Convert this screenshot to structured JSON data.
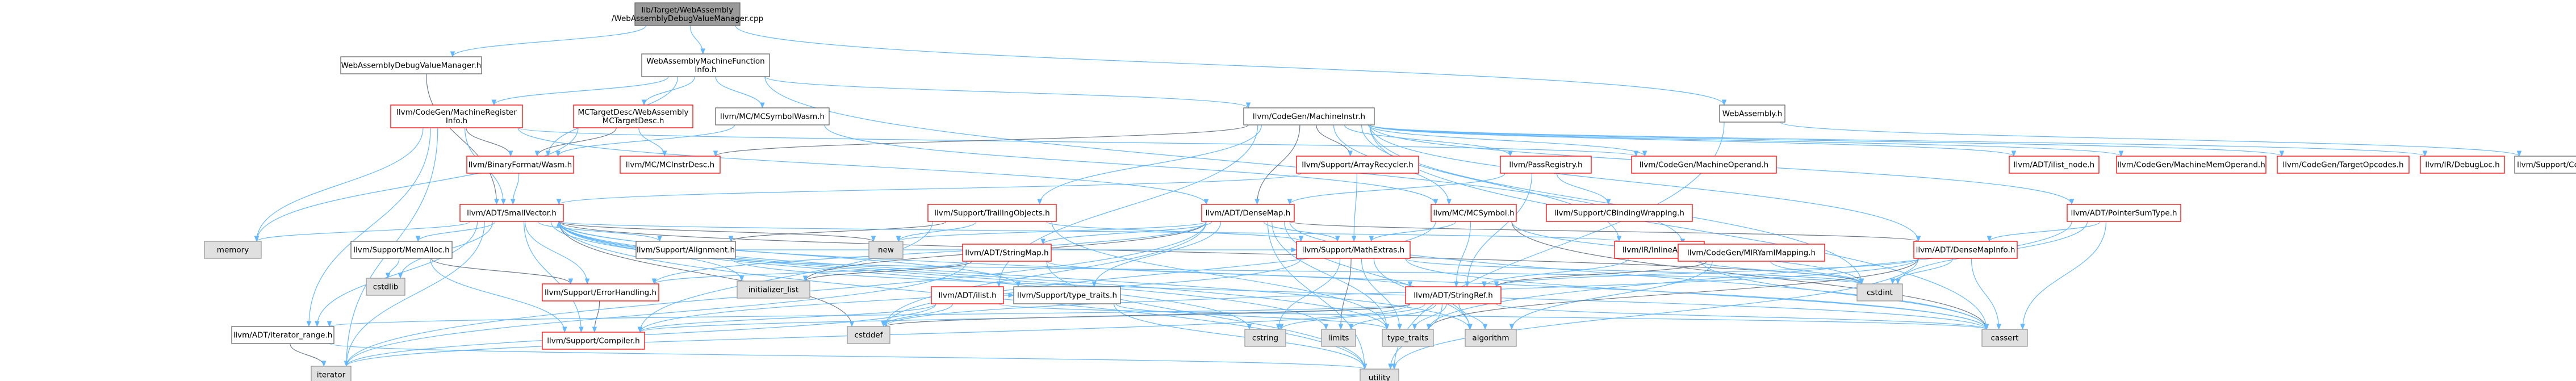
{
  "colors": {
    "root_fill": "#999999",
    "default_border": "#666666",
    "default_fill": "#ffffff",
    "missing_border": "#ff0000",
    "external_fill": "#e0e0e0",
    "external_border": "#999999",
    "edge": "#63b8ff",
    "edge_alt": "#6d7b8d"
  },
  "nodes": {
    "root": [
      "lib/Target/WebAssembly",
      "/WebAssemblyDebugValueManager.cpp"
    ],
    "dvm": [
      "WebAssemblyDebugValueManager.h"
    ],
    "mfi": [
      "WebAssemblyMachineFunction",
      "Info.h"
    ],
    "wasm": [
      "WebAssembly.h"
    ],
    "mri": [
      "llvm/CodeGen/MachineRegister",
      "Info.h"
    ],
    "mctd": [
      "MCTargetDesc/WebAssembly",
      "MCTargetDesc.h"
    ],
    "mcsw": [
      "llvm/MC/MCSymbolWasm.h"
    ],
    "mi": [
      "llvm/CodeGen/MachineInstr.h"
    ],
    "bfw": [
      "llvm/BinaryFormat/Wasm.h"
    ],
    "mcid": [
      "llvm/MC/MCInstrDesc.h"
    ],
    "sv": [
      "llvm/ADT/SmallVector.h"
    ],
    "arc": [
      "llvm/Support/ArrayRecycler.h"
    ],
    "preg": [
      "llvm/PassRegistry.h"
    ],
    "mop": [
      "llvm/CodeGen/MachineOperand.h"
    ],
    "inode": [
      "llvm/ADT/ilist_node.h"
    ],
    "mmo": [
      "llvm/CodeGen/MachineMemOperand.h"
    ],
    "tops": [
      "llvm/CodeGen/TargetOpcodes.h"
    ],
    "dloc": [
      "llvm/IR/DebugLoc.h"
    ],
    "cgen": [
      "llvm/Support/CodeGen.h"
    ],
    "memory": [
      "memory"
    ],
    "trail": [
      "llvm/Support/TrailingObjects.h"
    ],
    "dmap": [
      "llvm/ADT/DenseMap.h"
    ],
    "mcsym": [
      "llvm/MC/MCSymbol.h"
    ],
    "cbw": [
      "llvm/Support/CBindingWrapping.h"
    ],
    "pst": [
      "llvm/ADT/PointerSumType.h"
    ],
    "malloc": [
      "llvm/Support/MemAlloc.h"
    ],
    "align": [
      "llvm/Support/Alignment.h"
    ],
    "new": [
      "new"
    ],
    "smap": [
      "llvm/ADT/StringMap.h"
    ],
    "mext": [
      "llvm/Support/MathExtras.h"
    ],
    "iasm": [
      "llvm/IR/InlineAsm.h"
    ],
    "mirym": [
      "llvm/CodeGen/MIRYamlMapping.h"
    ],
    "dmi": [
      "llvm/ADT/DenseMapInfo.h"
    ],
    "cstdlib": [
      "cstdlib"
    ],
    "ilist": [
      "initializer_list"
    ],
    "hlist": [
      "llvm/ADT/ilist.h"
    ],
    "err": [
      "llvm/Support/ErrorHandling.h"
    ],
    "ttr": [
      "llvm/Support/type_traits.h"
    ],
    "sref": [
      "llvm/ADT/StringRef.h"
    ],
    "cstdint": [
      "cstdint"
    ],
    "irange": [
      "llvm/ADT/iterator_range.h"
    ],
    "comp": [
      "llvm/Support/Compiler.h"
    ],
    "cstddef": [
      "cstddef"
    ],
    "cstring": [
      "cstring"
    ],
    "limits": [
      "limits"
    ],
    "typetr": [
      "type_traits"
    ],
    "algo": [
      "algorithm"
    ],
    "cassert": [
      "cassert"
    ],
    "iter": [
      "iterator"
    ],
    "util": [
      "utility"
    ]
  }
}
